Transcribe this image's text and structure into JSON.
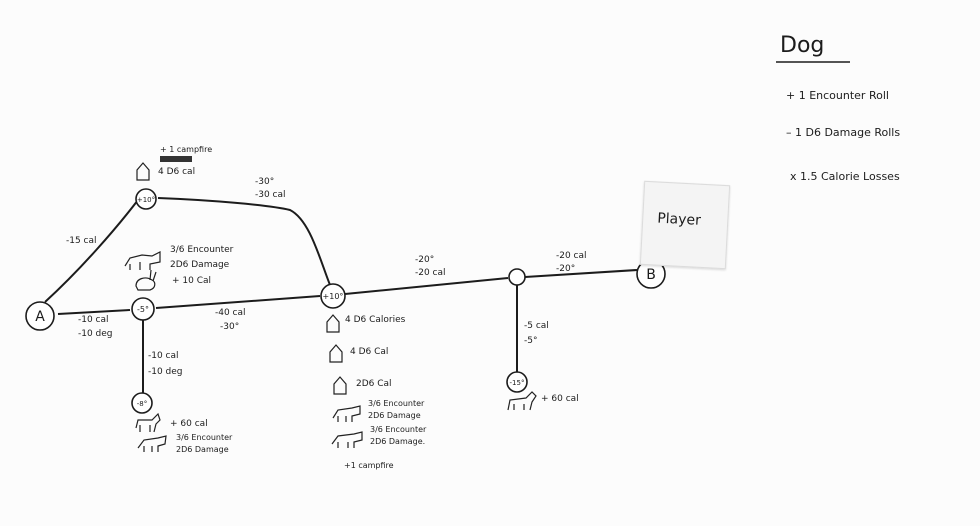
{
  "legend": {
    "title": "Dog",
    "rows": [
      "+ 1   Encounter Roll",
      "– 1 D6  Damage Rolls",
      "x 1.5  Calorie Losses"
    ]
  },
  "player_label": "Player",
  "nodes": {
    "A": "A",
    "B": "B",
    "camp_top": "+10°",
    "west_junction": "-5°",
    "south_stop": "-8°",
    "center": "+10°",
    "east_junction": "",
    "east_stop": "-15°"
  },
  "edges": {
    "A_to_top": "-15 cal",
    "top_to_center": [
      "-30°",
      "-30 cal"
    ],
    "A_to_west": [
      "-10 cal",
      "-10 deg"
    ],
    "west_to_south": [
      "-10 cal",
      "-10 deg"
    ],
    "west_to_center": [
      "-40 cal",
      "-30°"
    ],
    "center_to_east": [
      "-20°",
      "-20 cal"
    ],
    "east_to_B": [
      "-20 cal",
      "-20°"
    ],
    "east_to_stop": [
      "-5 cal",
      "-5°"
    ]
  },
  "events": {
    "camp_top": [
      "+ 1 campfire",
      "4 D6 cal"
    ],
    "west": [
      "3/6 Encounter",
      "2D6 Damage",
      "+ 10 Cal"
    ],
    "south": [
      "+ 60 cal",
      "3/6 Encounter",
      "2D6 Damage"
    ],
    "center": [
      "4 D6 Calories",
      "4 D6 Cal",
      "2D6 Cal",
      "3/6 Encounter",
      "2D6 Damage",
      "3/6 Encounter",
      "2D6 Damage.",
      "+1 campfire"
    ],
    "east": [
      "+ 60 cal"
    ]
  }
}
